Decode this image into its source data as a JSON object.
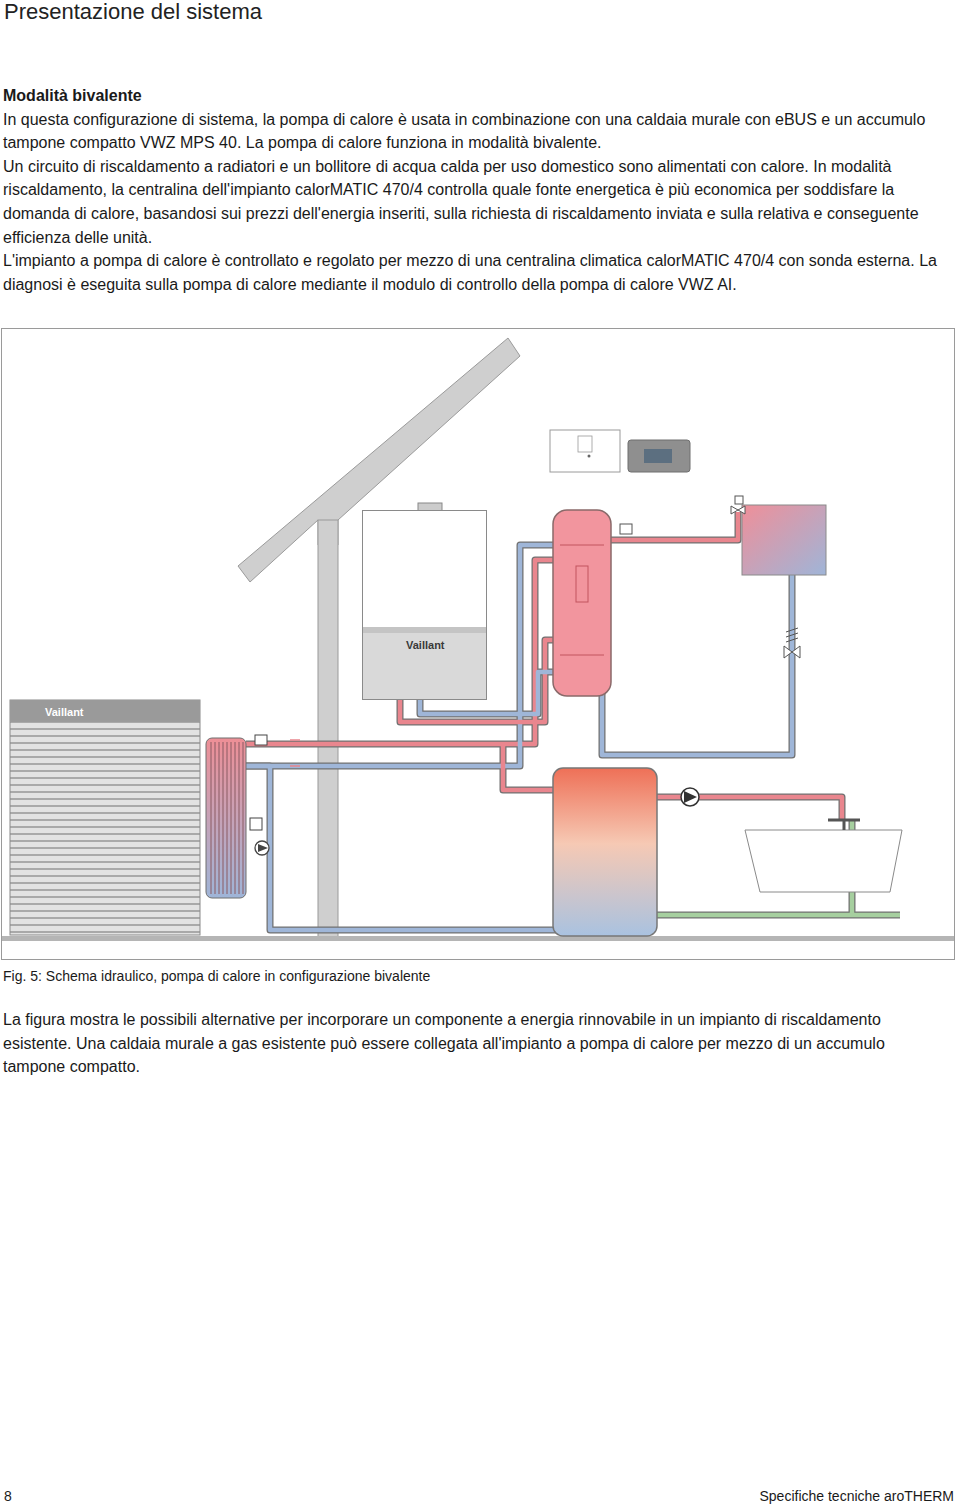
{
  "diagram": {
    "title": "Presentazione del sistema",
    "caption": "Fig. 5: Schema idraulico, pompa di calore in configurazione bivalente",
    "nodes": [
      {
        "text": [
          "Vaillant"
        ]
      },
      {
        "text": [
          "Vaillant"
        ]
      }
    ],
    "labels": [
      "Modalità bivalente",
      "In questa configurazione di sistema, la pompa di calore è usata in combinazione con una caldaia murale con eBUS e un accumulo tampone compatto VWZ MPS 40. La pompa di calore funziona in modalità bivalente.",
      "Un circuito di riscaldamento a radiatori e un bollitore di acqua calda per uso domestico sono alimentati con calore. In modalità riscaldamento, la centralina dell'impianto calorMATIC 470/4 controlla quale fonte energetica è più economica per soddisfare la domanda di calore, basandosi sui prezzi dell'energia inseriti, sulla richiesta di riscaldamento inviata e sulla relativa e conseguente efficienza delle unità.",
      "L'impianto a pompa di calore è controllato e regolato per mezzo di una centralina climatica calorMATIC 470/4 con sonda esterna. La diagnosi è eseguita sulla pompa di calore mediante il modulo di controllo della pompa di calore VWZ AI.",
      "La figura mostra le possibili alternative per incorporare un componente a energia rinnovabile in un impianto di riscaldamento esistente. Una caldaia murale a gas esistente può essere collegata all'impianto a pompa di calore per mezzo di un accumulo tampone compatto.",
      "8",
      "Specifiche tecniche aroTHERM"
    ]
  }
}
